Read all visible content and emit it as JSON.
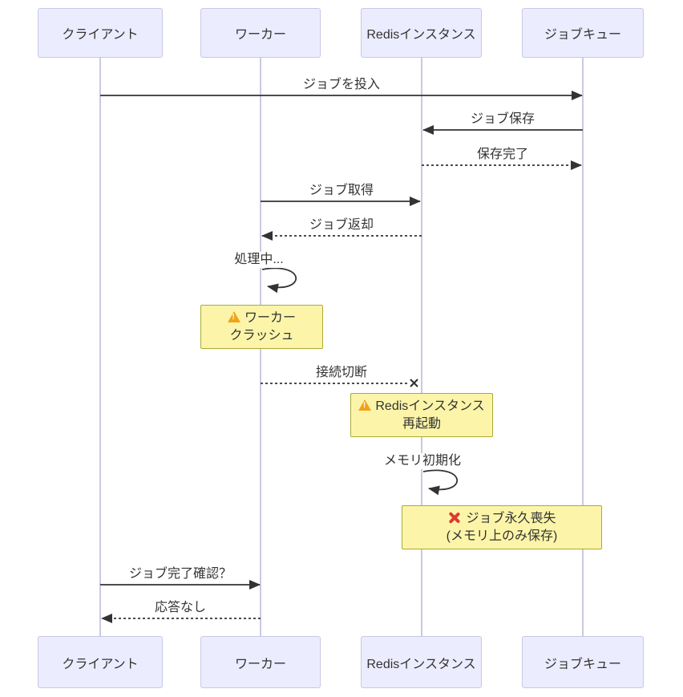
{
  "diagram": {
    "type": "sequence-diagram",
    "actors": [
      {
        "id": "client",
        "name": "クライアント"
      },
      {
        "id": "worker",
        "name": "ワーカー"
      },
      {
        "id": "redis",
        "name": "Redisインスタンス"
      },
      {
        "id": "jobqueue",
        "name": "ジョブキュー"
      }
    ],
    "messages": [
      {
        "from": "クライアント",
        "to": "ジョブキュー",
        "label": "ジョブを投入",
        "line": "solid",
        "arrow": "filled"
      },
      {
        "from": "ジョブキュー",
        "to": "Redisインスタンス",
        "label": "ジョブ保存",
        "line": "solid",
        "arrow": "filled"
      },
      {
        "from": "Redisインスタンス",
        "to": "ジョブキュー",
        "label": "保存完了",
        "line": "dotted",
        "arrow": "filled"
      },
      {
        "from": "ワーカー",
        "to": "Redisインスタンス",
        "label": "ジョブ取得",
        "line": "solid",
        "arrow": "filled"
      },
      {
        "from": "Redisインスタンス",
        "to": "ワーカー",
        "label": "ジョブ返却",
        "line": "dotted",
        "arrow": "filled"
      },
      {
        "from": "ワーカー",
        "to": "ワーカー",
        "label": "処理中...",
        "line": "solid",
        "arrow": "self-loop"
      },
      {
        "from": "ワーカー",
        "to": "Redisインスタンス",
        "label": "接続切断",
        "line": "dotted",
        "arrow": "cross"
      },
      {
        "from": "Redisインスタンス",
        "to": "Redisインスタンス",
        "label": "メモリ初期化",
        "line": "solid",
        "arrow": "self-loop"
      },
      {
        "from": "クライアント",
        "to": "ワーカー",
        "label": "ジョブ完了確認？",
        "line": "solid",
        "arrow": "filled"
      },
      {
        "from": "ワーカー",
        "to": "クライアント",
        "label": "応答なし",
        "line": "dotted",
        "arrow": "filled"
      }
    ],
    "notes": [
      {
        "over": "ワーカー",
        "icon": "warning-emoji",
        "icon_char": "⚠️",
        "line1": "ワーカー",
        "line2": "クラッシュ"
      },
      {
        "over": "Redisインスタンス",
        "icon": "warning-emoji",
        "icon_char": "⚠️",
        "line1": "Redisインスタンス",
        "line2": "再起動"
      },
      {
        "over": "Redisインスタンス, ジョブキュー",
        "icon": "cross-mark-emoji",
        "icon_char": "❌",
        "line1": "ジョブ永久喪失",
        "line2": "(メモリ上のみ保存)"
      }
    ],
    "colors": {
      "background": "#FFFFFF",
      "actor_fill": "#ECECFF",
      "actor_border": "#C8C8E6",
      "lifeline": "#C9C9E2",
      "note_fill": "#FCF5A9",
      "note_border": "#AAAA33",
      "arrow": "#333333",
      "text": "#333333",
      "warning_icon": "#F0A31A",
      "cross_icon": "#E0392E"
    }
  }
}
